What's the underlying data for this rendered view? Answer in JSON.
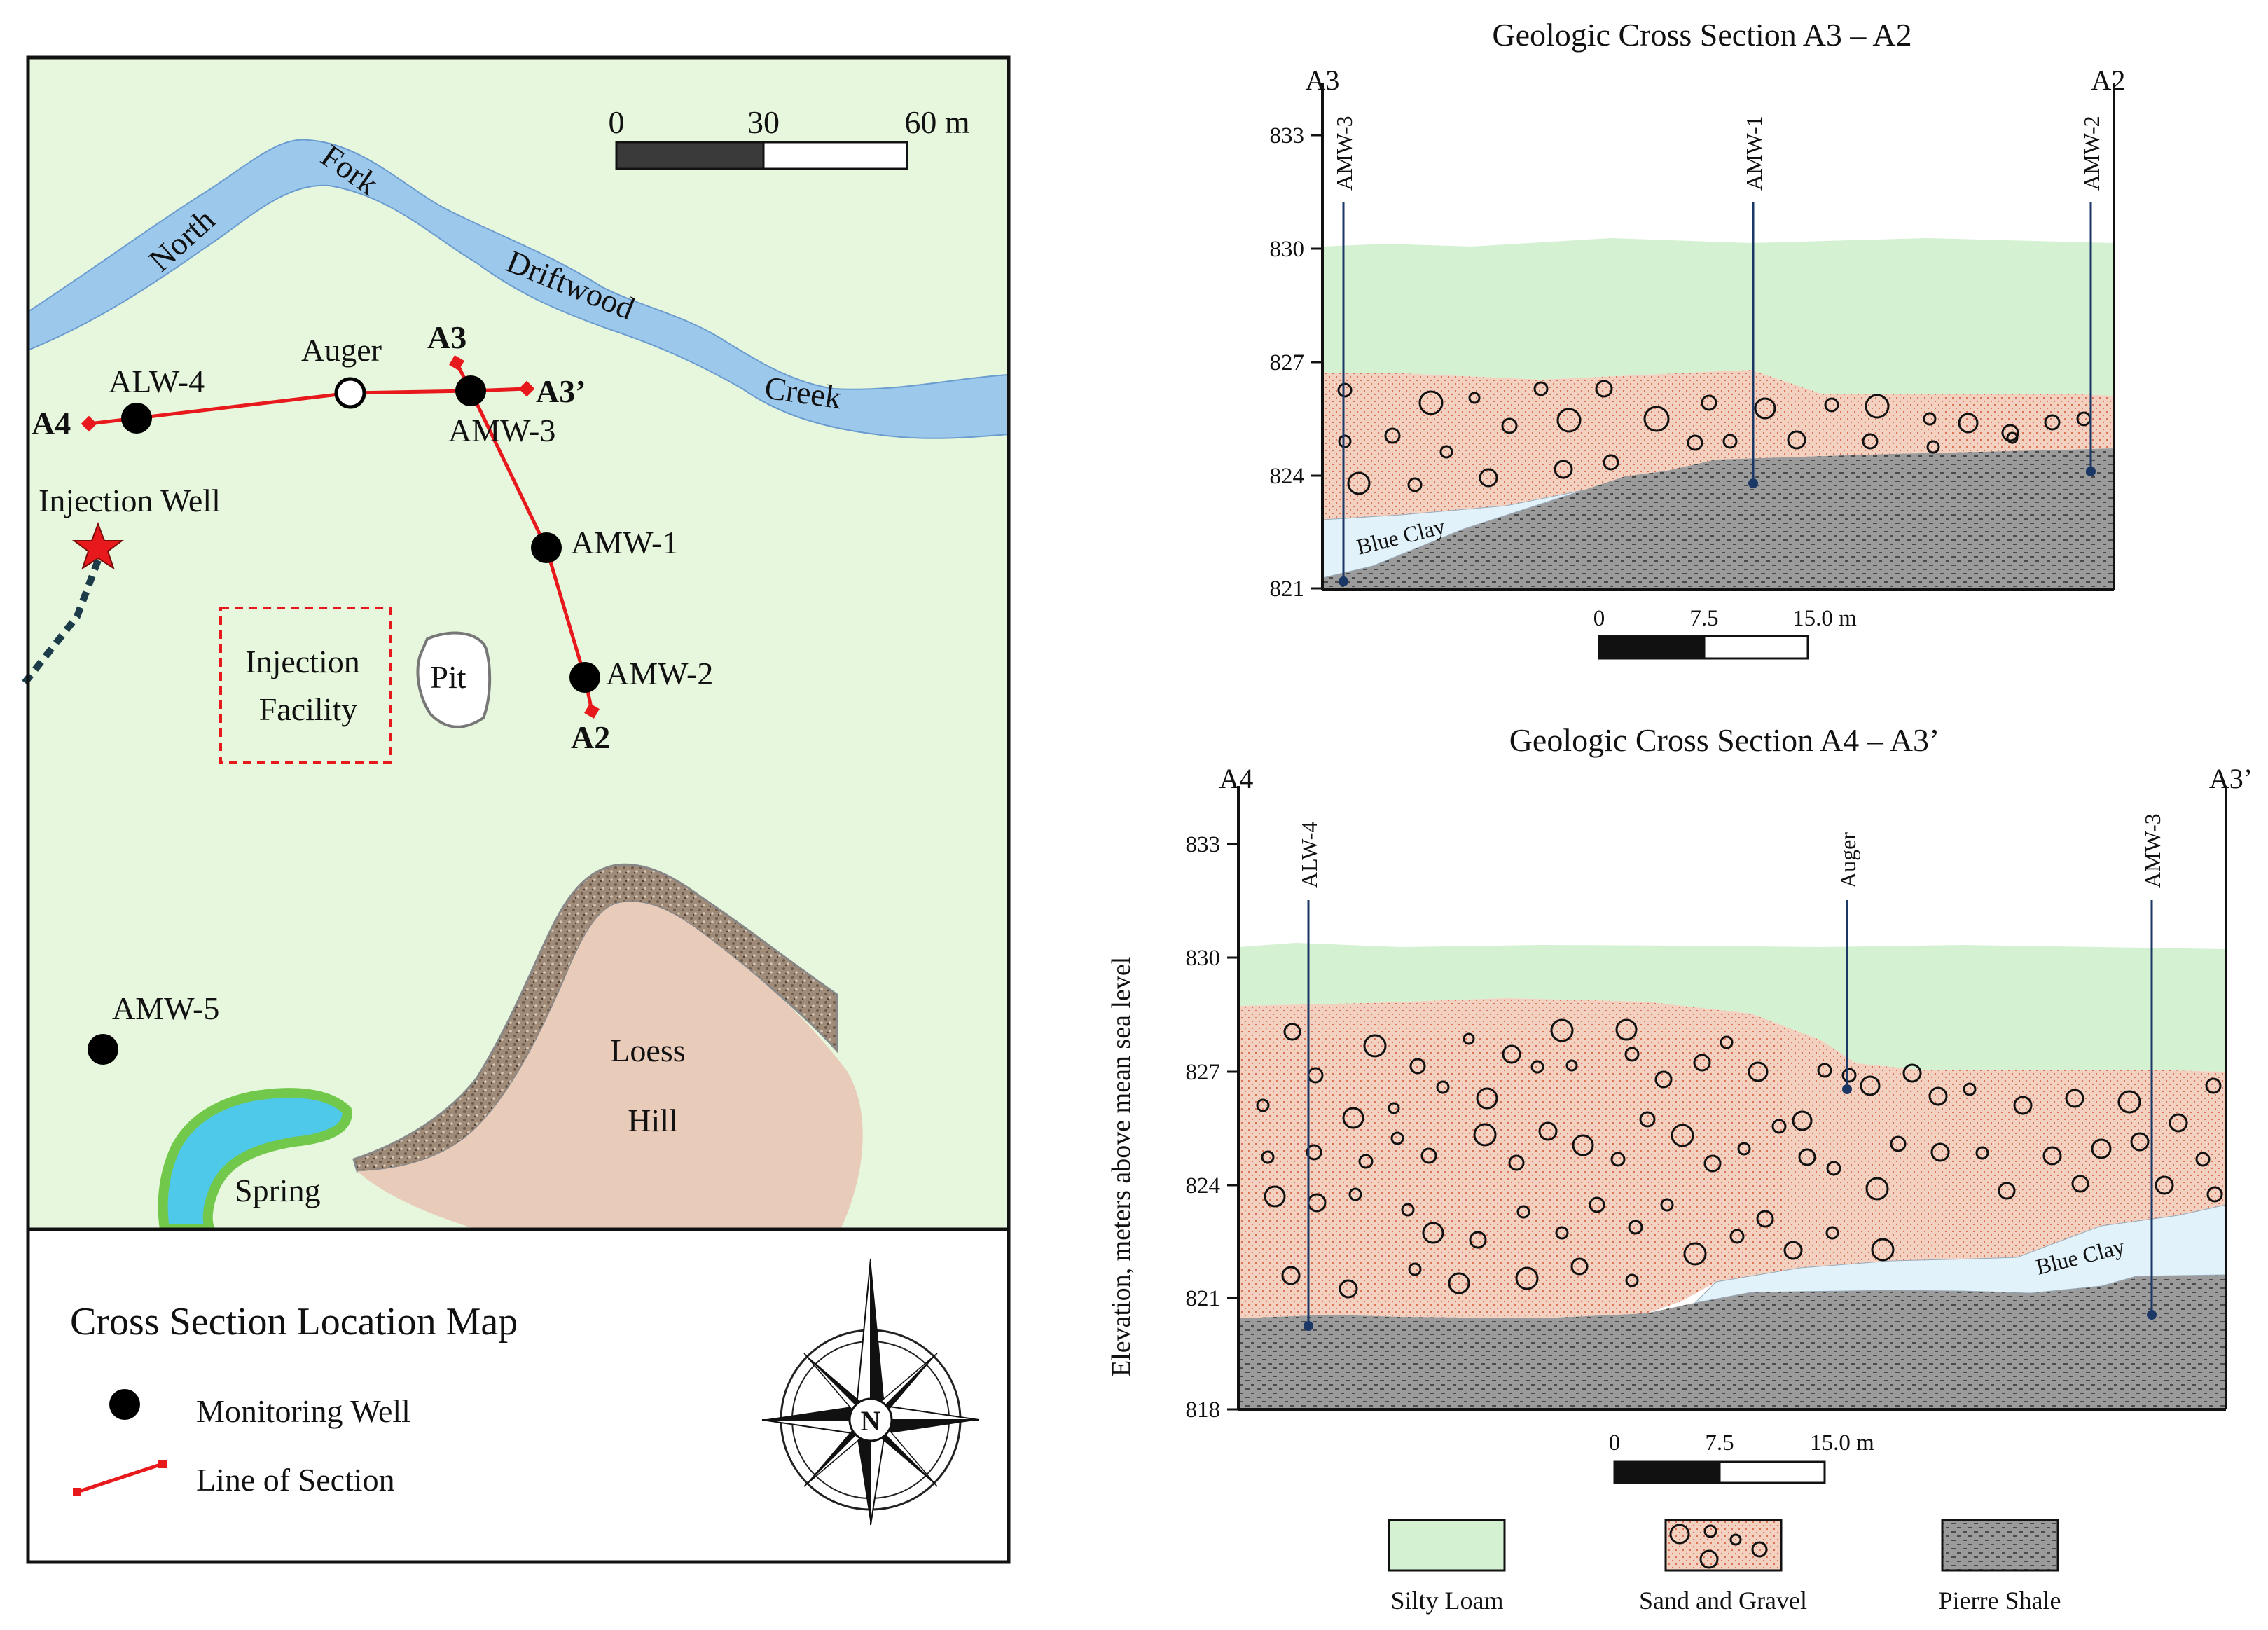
{
  "map": {
    "title": "Cross Section Location Map",
    "scale": {
      "t0": "0",
      "t1": "30",
      "t2": "60 m"
    },
    "creek": {
      "w1": "North",
      "w2": "Fork",
      "w3": "Driftwood",
      "w4": "Creek"
    },
    "features": {
      "auger": "Auger",
      "alw4": "ALW-4",
      "amw3": "AMW-3",
      "amw1": "AMW-1",
      "amw2": "AMW-2",
      "amw5": "AMW-5",
      "a3": "A3",
      "a3p": "A3’",
      "a4": "A4",
      "a2": "A2",
      "injection_well": "Injection Well",
      "facility_1": "Injection",
      "facility_2": "Facility",
      "pit": "Pit",
      "loess_1": "Loess",
      "loess_2": "Hill",
      "spring": "Spring"
    },
    "legend": {
      "monitoring_well": "Monitoring Well",
      "line_of_section": "Line of Section"
    },
    "compass": "N"
  },
  "section_top": {
    "title": "Geologic Cross Section A3 – A2",
    "left_end": "A3",
    "right_end": "A2",
    "ticks": [
      "833",
      "830",
      "827",
      "824",
      "821"
    ],
    "wells": [
      "AMW-3",
      "AMW-1",
      "AMW-2"
    ],
    "clay_label": "Blue Clay",
    "scale": {
      "t0": "0",
      "t1": "7.5",
      "t2": "15.0 m"
    }
  },
  "section_bottom": {
    "title": "Geologic Cross Section A4 – A3’",
    "left_end": "A4",
    "right_end": "A3’",
    "ticks": [
      "833",
      "830",
      "827",
      "824",
      "821",
      "818"
    ],
    "wells": [
      "ALW-4",
      "Auger",
      "AMW-3"
    ],
    "clay_label": "Blue Clay",
    "scale": {
      "t0": "0",
      "t1": "7.5",
      "t2": "15.0 m"
    },
    "ylabel": "Elevation, meters above mean sea level"
  },
  "legend": {
    "silty_loam": "Silty Loam",
    "sand_gravel": "Sand and Gravel",
    "pierre_shale": "Pierre Shale"
  },
  "colors": {
    "map_bg": "#e7f7dd",
    "creek": "#9cc8ec",
    "loam": "#d4f1d2",
    "sand": "#f3d1c1",
    "shale": "#9b9b9b",
    "clay": "#e2f2fb",
    "section_line": "#e8191c",
    "well_line": "#1b3766"
  }
}
